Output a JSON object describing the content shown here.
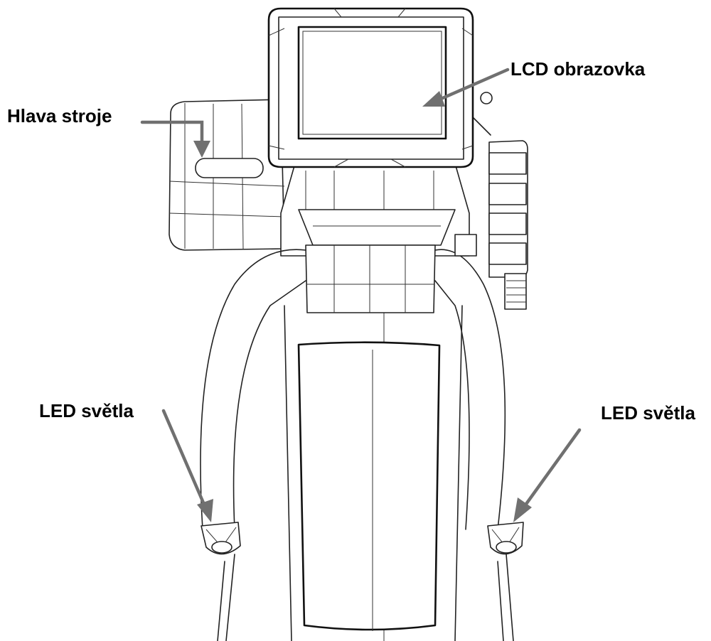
{
  "labels": {
    "lcd": "LCD obrazovka",
    "head": "Hlava stroje",
    "led_left": "LED světla",
    "led_right": "LED světla"
  },
  "colors": {
    "arrow": "#707070",
    "outline": "#222222",
    "background": "#ffffff"
  }
}
